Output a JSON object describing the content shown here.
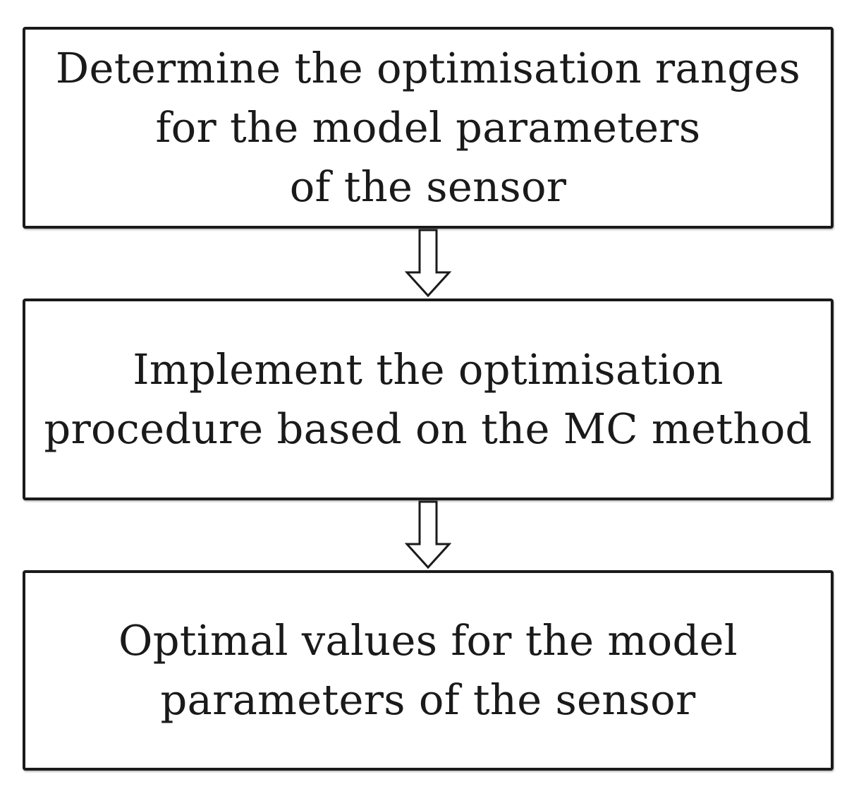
{
  "steps": [
    {
      "lines": [
        "Determine the optimisation ranges",
        "for the model parameters",
        "of the sensor"
      ]
    },
    {
      "lines": [
        "Implement the optimisation",
        "procedure based on the MC method"
      ]
    },
    {
      "lines": [
        "Optimal values for the model",
        "parameters of the sensor"
      ]
    }
  ],
  "colors": {
    "stroke": "#1a1a1a",
    "background": "#ffffff"
  }
}
